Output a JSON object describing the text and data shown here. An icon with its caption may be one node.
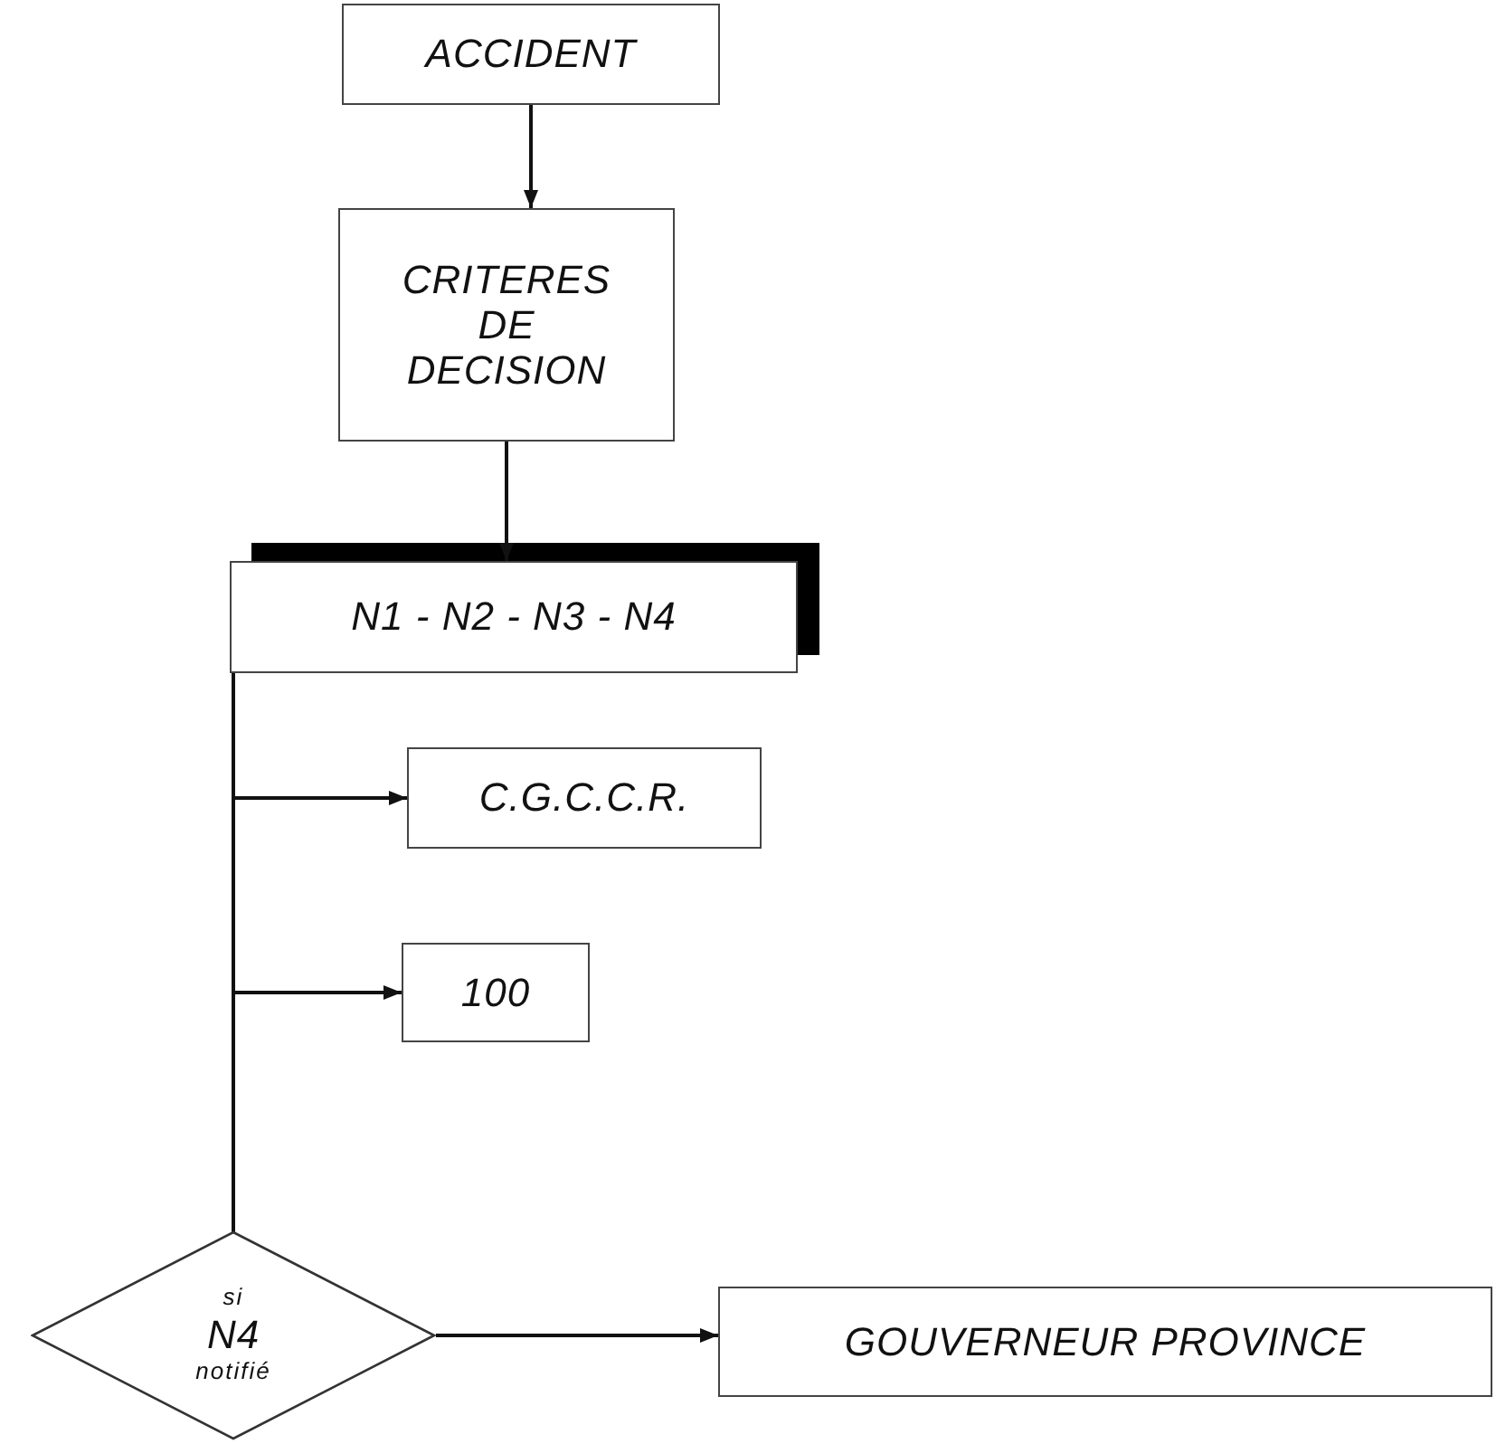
{
  "diagram": {
    "nodes": [
      {
        "text": [
          "ACCIDENT"
        ]
      },
      {
        "text": [
          "CRITERES DE DECISION"
        ]
      },
      {
        "text": [
          "N1 - N2 - N3 - N4"
        ]
      },
      {
        "text": [
          "C.G.C.C.R."
        ]
      },
      {
        "text": [
          "100"
        ]
      },
      {
        "text": [
          "si",
          "N4",
          "notifié"
        ]
      },
      {
        "text": [
          "GOUVERNEUR PROVINCE"
        ]
      }
    ],
    "edges": [
      {
        "from": 0,
        "to": 1,
        "arrow": "to"
      },
      {
        "from": 1,
        "to": 2,
        "arrow": "to"
      },
      {
        "from": 2,
        "to": 3,
        "arrow": "to"
      },
      {
        "from": 2,
        "to": 4,
        "arrow": "to"
      },
      {
        "from": 2,
        "to": 5,
        "arrow": "none"
      },
      {
        "from": 5,
        "to": 6,
        "arrow": "to"
      }
    ]
  }
}
